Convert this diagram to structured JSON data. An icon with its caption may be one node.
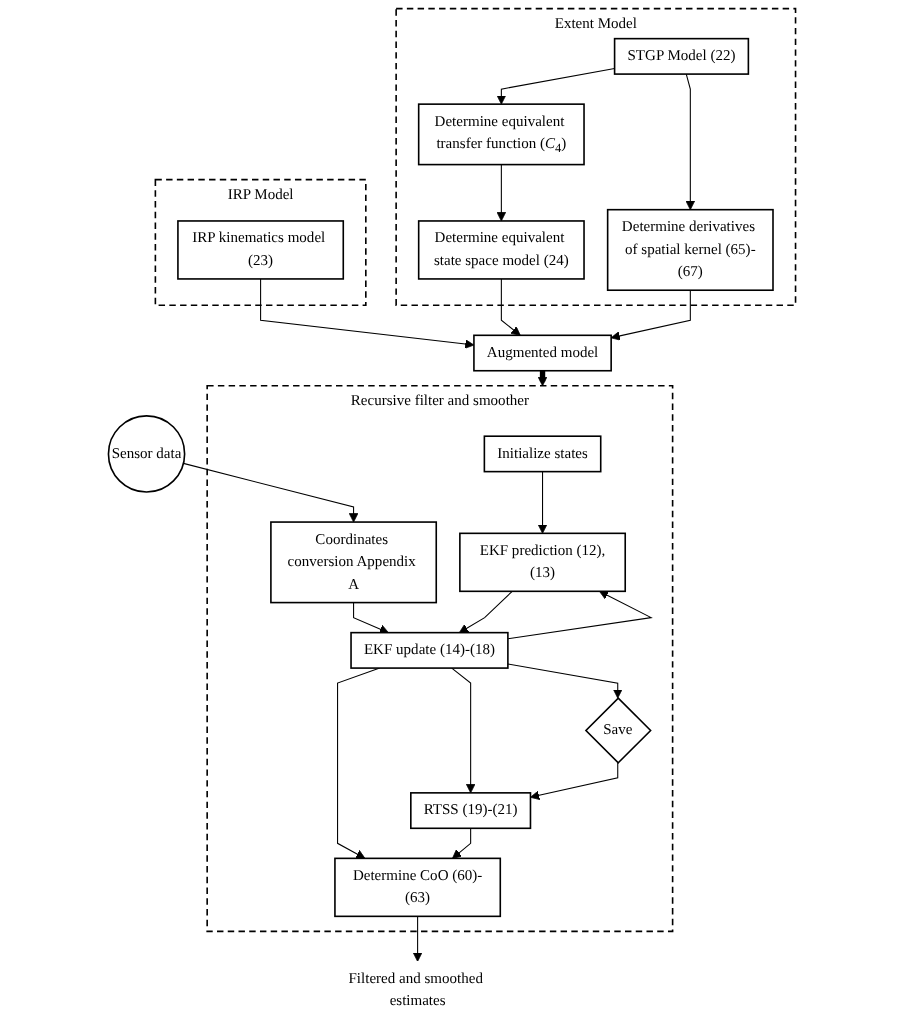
{
  "diagram": {
    "nodes": [
      {
        "text": [
          "Extent Model"
        ]
      },
      {
        "text": [
          "STGP Model (22)"
        ],
        "in": 0
      },
      {
        "text": [
          "Determine equivalent transfer function (*C*$_{4}$)"
        ],
        "in": 0
      },
      {
        "text": [
          "Determine derivatives of spatial kernel (65)-(67)"
        ],
        "in": 0
      },
      {
        "text": [
          "Determine equivalent state space model (24)"
        ],
        "in": 0
      },
      {
        "text": [
          "IRP Model"
        ]
      },
      {
        "text": [
          "IRP kinematics model (23)"
        ],
        "in": 5
      },
      {
        "text": [
          "Augmented model"
        ]
      },
      {
        "text": [
          "Recursive filter and smoother"
        ]
      },
      {
        "text": [
          "Initialize states"
        ],
        "in": 8
      },
      {
        "text": [
          "EKF prediction (12),(13)"
        ],
        "in": 8
      },
      {
        "text": [
          "Sensor data"
        ]
      },
      {
        "text": [
          "Coordinates conversion Appendix A"
        ],
        "in": 8
      },
      {
        "text": [
          "EKF update (14)-(18)"
        ],
        "in": 8
      },
      {
        "text": [
          "Determine CoO (60)-(63)"
        ],
        "in": 8
      },
      {
        "text": [
          "Filtered and smoothed estimates"
        ]
      },
      {
        "text": [
          "Save"
        ],
        "in": 8
      },
      {
        "text": [
          "RTSS (19)-(21)"
        ],
        "in": 8
      }
    ],
    "edges": [
      {
        "from": 1,
        "to": 2,
        "arrow": "to"
      },
      {
        "from": 1,
        "to": 3,
        "arrow": "to"
      },
      {
        "from": 2,
        "to": 4,
        "arrow": "to"
      },
      {
        "from": 6,
        "to": 7,
        "arrow": "to"
      },
      {
        "from": 4,
        "to": 7,
        "arrow": "to"
      },
      {
        "from": 3,
        "to": 7,
        "arrow": "to"
      },
      {
        "from": 7,
        "to": 8,
        "arrow": "to",
        "style": "thick"
      },
      {
        "from": 9,
        "to": 10,
        "arrow": "to"
      },
      {
        "from": 11,
        "to": 12,
        "arrow": "to"
      },
      {
        "from": 12,
        "to": 13,
        "arrow": "to"
      },
      {
        "from": 10,
        "to": 13,
        "arrow": "to"
      },
      {
        "from": 13,
        "to": 10,
        "arrow": "to"
      },
      {
        "from": 13,
        "to": 14,
        "arrow": "to"
      },
      {
        "from": 13,
        "to": 16,
        "arrow": "to"
      },
      {
        "from": 13,
        "to": 17,
        "arrow": "to"
      },
      {
        "from": 16,
        "to": 17,
        "arrow": "to"
      },
      {
        "from": 17,
        "to": 14,
        "arrow": "to"
      },
      {
        "from": 14,
        "to": 15,
        "arrow": "to"
      }
    ]
  }
}
